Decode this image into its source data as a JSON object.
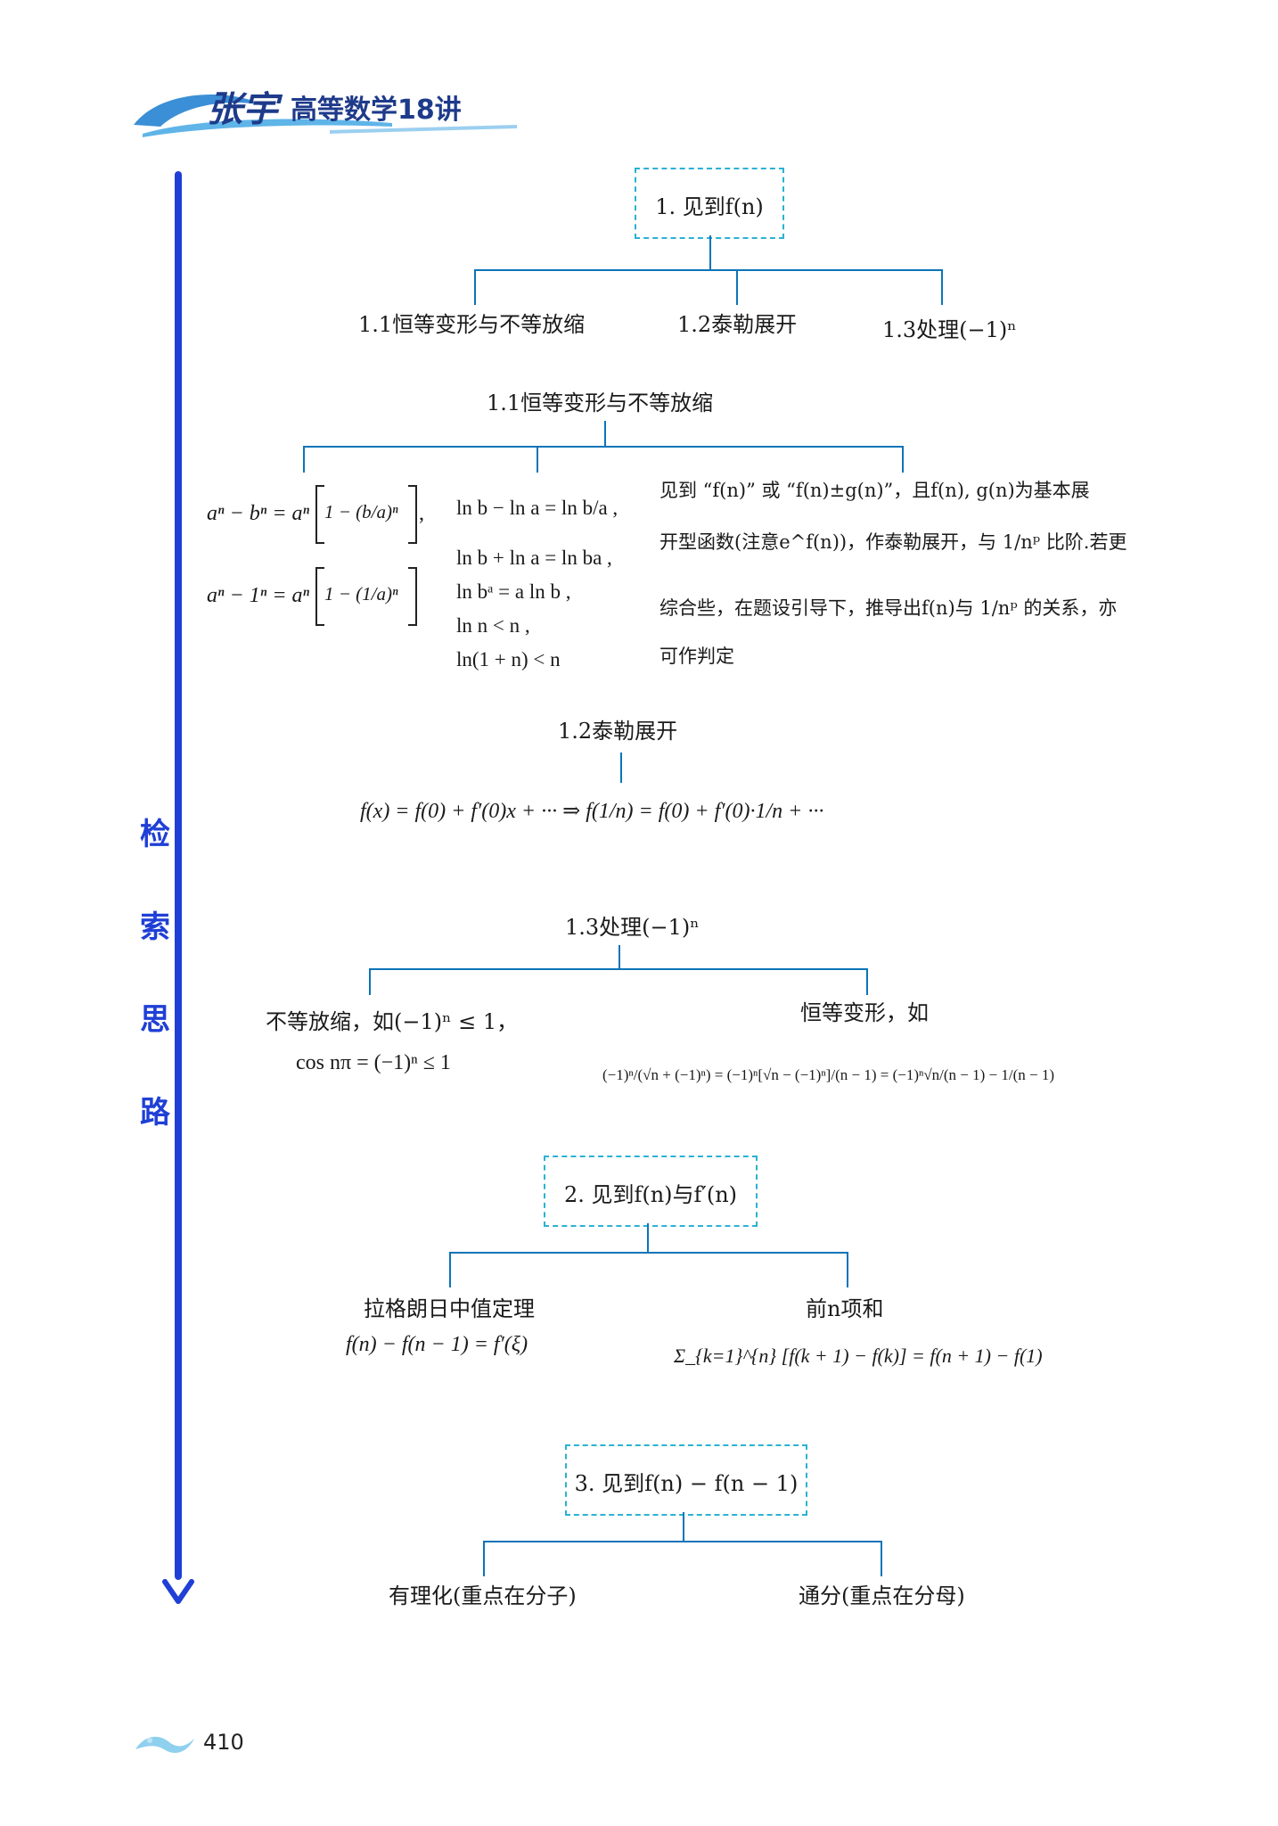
{
  "header": {
    "logo_text": "张宇",
    "book_title": "高等数学18讲"
  },
  "sidebar": {
    "vertical_label": [
      "检",
      "索",
      "思",
      "路"
    ]
  },
  "footer": {
    "page_number": "410"
  },
  "section1": {
    "title": "1. 见到f(n)",
    "branches": [
      "1.1恒等变形与不等放缩",
      "1.2泰勒展开",
      "1.3处理(−1)ⁿ"
    ]
  },
  "section1_1": {
    "title": "1.1恒等变形与不等放缩",
    "formula1_lhs": "aⁿ − bⁿ = aⁿ",
    "formula1_inner": "1 − (b/a)ⁿ",
    "formula2_lhs": "aⁿ − 1ⁿ = aⁿ",
    "formula2_inner": "1 − (1/a)ⁿ",
    "log_lines": [
      "ln b − ln a = ln b/a ,",
      "ln b + ln a = ln ba ,",
      "ln bᵃ = a ln b ,",
      "ln n < n ,",
      "ln(1 + n) < n"
    ],
    "text_lines": [
      "见到 “f(n)” 或 “f(n)±g(n)”，且f(n), g(n)为基本展",
      "开型函数(注意e^f(n))，作泰勒展开，与 1/nᵖ 比阶.若更",
      "综合些，在题设引导下，推导出f(n)与 1/nᵖ 的关系，亦",
      "可作判定"
    ]
  },
  "section1_2": {
    "title": "1.2泰勒展开",
    "formula": "f(x) = f(0) + f′(0)x + ··· ⇒ f(1/n) = f(0) + f′(0)·1/n + ···"
  },
  "section1_3": {
    "title": "1.3处理(−1)ⁿ",
    "left_line1": "不等放缩，如(−1)ⁿ ≤ 1，",
    "left_line2": "cos nπ = (−1)ⁿ ≤ 1",
    "right_title": "恒等变形，如",
    "right_formula": "(−1)ⁿ/(√n + (−1)ⁿ) = (−1)ⁿ[√n − (−1)ⁿ]/(n − 1) = (−1)ⁿ√n/(n − 1) − 1/(n − 1)"
  },
  "section2": {
    "title": "2. 见到f(n)与f′(n)",
    "left_title": "拉格朗日中值定理",
    "left_formula": "f(n) − f(n − 1) = f′(ξ)",
    "right_title": "前n项和",
    "right_formula": "Σ_{k=1}^{n} [f(k + 1) − f(k)] = f(n + 1) − f(1)"
  },
  "section3": {
    "title": "3. 见到f(n) − f(n − 1)",
    "branches": [
      "有理化(重点在分子)",
      "通分(重点在分母)"
    ]
  },
  "colors": {
    "line": "#0c74b8",
    "dashed_box": "#2ab2d3",
    "side_bar": "#1f3fd6",
    "header_logo": "#1e3a8a"
  }
}
